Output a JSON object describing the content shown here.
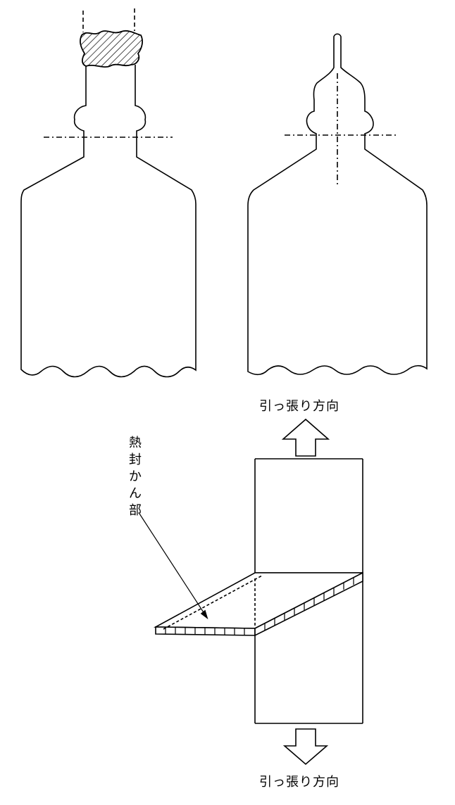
{
  "labels": {
    "pull_direction_top": "引っ張り方向",
    "pull_direction_bottom": "引っ張り方向",
    "heat_seal_part": "熱封かん部"
  },
  "colors": {
    "stroke": "#000000",
    "background": "#ffffff"
  }
}
